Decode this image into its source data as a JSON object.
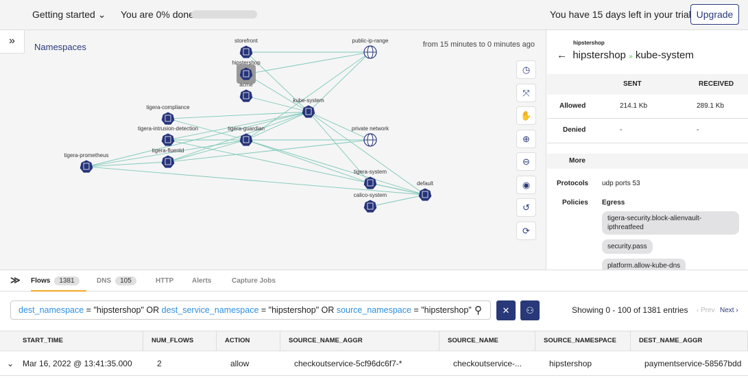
{
  "topbar": {
    "getting_started": "Getting started",
    "progress_text": "You are 0% done",
    "progress_percent": 0,
    "trial": "You have 15 days left in your trial",
    "upgrade": "Upgrade"
  },
  "graph": {
    "title": "Namespaces",
    "time_range": "from 15 minutes to 0 minutes ago",
    "selected": "hipstershop",
    "nodes": [
      {
        "name": "storefront",
        "type": "namespace"
      },
      {
        "name": "hipstershop",
        "type": "namespace"
      },
      {
        "name": "acme",
        "type": "namespace"
      },
      {
        "name": "public-ip-range",
        "type": "network"
      },
      {
        "name": "kube-system",
        "type": "namespace"
      },
      {
        "name": "tigera-compliance",
        "type": "namespace"
      },
      {
        "name": "tigera-intrusion-detection",
        "type": "namespace"
      },
      {
        "name": "tigera-guardian",
        "type": "namespace"
      },
      {
        "name": "private network",
        "type": "network"
      },
      {
        "name": "tigera-fluentd",
        "type": "namespace"
      },
      {
        "name": "tigera-prometheus",
        "type": "namespace"
      },
      {
        "name": "tigera-system",
        "type": "namespace"
      },
      {
        "name": "default",
        "type": "namespace"
      },
      {
        "name": "calico-system",
        "type": "namespace"
      }
    ],
    "edges": [
      [
        "storefront",
        "public-ip-range"
      ],
      [
        "storefront",
        "kube-system"
      ],
      [
        "hipstershop",
        "public-ip-range"
      ],
      [
        "hipstershop",
        "kube-system"
      ],
      [
        "acme",
        "kube-system"
      ],
      [
        "kube-system",
        "public-ip-range"
      ],
      [
        "kube-system",
        "private network"
      ],
      [
        "kube-system",
        "tigera-system"
      ],
      [
        "kube-system",
        "default"
      ],
      [
        "tigera-compliance",
        "kube-system"
      ],
      [
        "tigera-compliance",
        "tigera-guardian"
      ],
      [
        "tigera-intrusion-detection",
        "kube-system"
      ],
      [
        "tigera-intrusion-detection",
        "tigera-guardian"
      ],
      [
        "tigera-intrusion-detection",
        "default"
      ],
      [
        "tigera-guardian",
        "kube-system"
      ],
      [
        "tigera-guardian",
        "public-ip-range"
      ],
      [
        "tigera-guardian",
        "private network"
      ],
      [
        "tigera-guardian",
        "default"
      ],
      [
        "tigera-guardian",
        "tigera-system"
      ],
      [
        "tigera-fluentd",
        "kube-system"
      ],
      [
        "tigera-fluentd",
        "tigera-guardian"
      ],
      [
        "tigera-fluentd",
        "private network"
      ],
      [
        "tigera-prometheus",
        "tigera-guardian"
      ],
      [
        "tigera-prometheus",
        "tigera-fluentd"
      ],
      [
        "tigera-prometheus",
        "kube-system"
      ],
      [
        "tigera-prometheus",
        "default"
      ],
      [
        "tigera-system",
        "default"
      ],
      [
        "calico-system",
        "default"
      ]
    ],
    "tools": [
      "clock-icon",
      "fit-icon",
      "hand-icon",
      "zoom-in-icon",
      "zoom-out-icon",
      "eye-icon",
      "undo-icon",
      "refresh-icon"
    ],
    "node_color": "#26337a",
    "edge_color": "#7cc8b8"
  },
  "panel": {
    "subtitle": "hipstershop",
    "source": "hipstershop",
    "dest": "kube-system",
    "col_sent": "SENT",
    "col_received": "RECEIVED",
    "allowed_label": "Allowed",
    "allowed_sent": "214.1 Kb",
    "allowed_received": "289.1 Kb",
    "denied_label": "Denied",
    "denied_sent": "-",
    "denied_received": "-",
    "more": "More",
    "protocols_label": "Protocols",
    "protocols": "udp ports 53",
    "policies_label": "Policies",
    "egress": "Egress",
    "policies": [
      "tigera-security.block-alienvault-ipthreatfeed",
      "security.pass",
      "platform.allow-kube-dns"
    ]
  },
  "tabs": [
    {
      "label": "Flows",
      "count": "1381"
    },
    {
      "label": "DNS",
      "count": "105"
    },
    {
      "label": "HTTP"
    },
    {
      "label": "Alerts"
    },
    {
      "label": "Capture Jobs"
    }
  ],
  "search": {
    "parts": [
      [
        "k",
        "dest_namespace"
      ],
      [
        "o",
        " = \"hipstershop\" OR "
      ],
      [
        "k",
        "dest_service_namespace"
      ],
      [
        "o",
        " = \"hipstershop\" OR "
      ],
      [
        "k",
        "source_namespace"
      ],
      [
        "o",
        " = \"hipstershop\""
      ]
    ]
  },
  "pagination": {
    "showing": "Showing 0 - 100 of 1381 entries",
    "prev": "Prev",
    "next": "Next"
  },
  "table": {
    "columns": [
      "START_TIME",
      "NUM_FLOWS",
      "ACTION",
      "SOURCE_NAME_AGGR",
      "SOURCE_NAME",
      "SOURCE_NAMESPACE",
      "DEST_NAME_AGGR"
    ],
    "rows": [
      [
        "Mar 16, 2022 @ 13:41:35.000",
        "2",
        "allow",
        "checkoutservice-5cf96dc6f7-*",
        "checkoutservice-...",
        "hipstershop",
        "paymentservice-58567bdd"
      ]
    ]
  },
  "accent": "#f5a623"
}
